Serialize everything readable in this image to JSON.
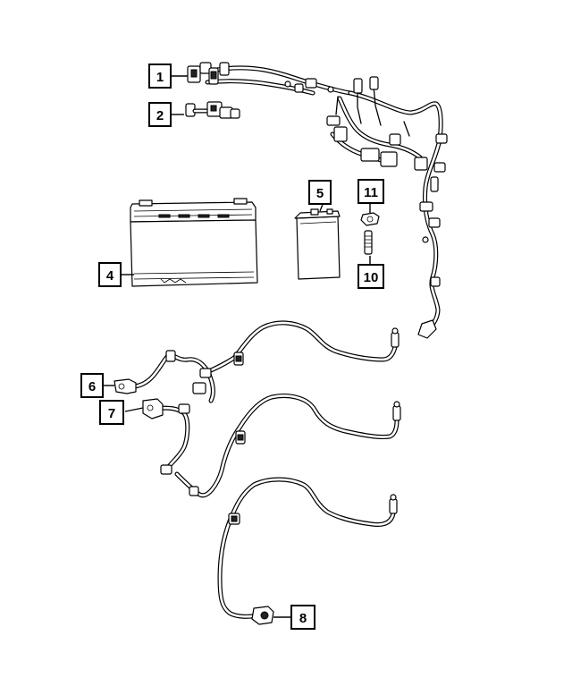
{
  "callouts": [
    {
      "id": "c1",
      "label": "1"
    },
    {
      "id": "c2",
      "label": "2"
    },
    {
      "id": "c4",
      "label": "4"
    },
    {
      "id": "c5",
      "label": "5"
    },
    {
      "id": "c6",
      "label": "6"
    },
    {
      "id": "c7",
      "label": "7"
    },
    {
      "id": "c8",
      "label": "8"
    },
    {
      "id": "c10",
      "label": "10"
    },
    {
      "id": "c11",
      "label": "11"
    }
  ],
  "parts": {
    "1": "main-wiring-harness",
    "2": "harness-connector-part",
    "4": "battery",
    "5": "battery-small",
    "6": "battery-cable-6",
    "7": "battery-cable-7",
    "8": "battery-cable-8",
    "10": "stud-bolt",
    "11": "nut"
  }
}
